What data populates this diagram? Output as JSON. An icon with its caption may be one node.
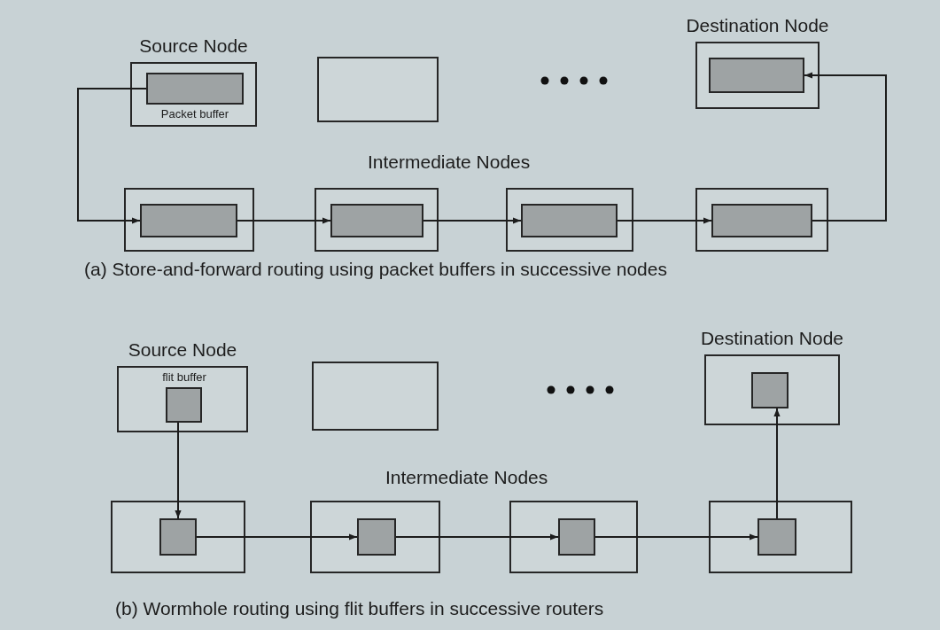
{
  "diagram": {
    "nodes": [
      {
        "text": [
          "Source Node"
        ]
      },
      {
        "text": [],
        "shape": "box",
        "in": 0,
        "beside": [
          "Packet buffer"
        ]
      },
      {
        "text": [],
        "shape": "box"
      },
      {
        "text": [
          "Destination Node"
        ]
      },
      {
        "text": [],
        "shape": "box",
        "in": 3
      },
      {
        "text": [],
        "shape": "box"
      },
      {
        "text": [],
        "shape": "box",
        "in": 5
      },
      {
        "text": [],
        "shape": "box"
      },
      {
        "text": [],
        "shape": "box",
        "in": 7
      },
      {
        "text": [],
        "shape": "box"
      },
      {
        "text": [],
        "shape": "box",
        "in": 9
      },
      {
        "text": [],
        "shape": "box"
      },
      {
        "text": [],
        "shape": "box",
        "in": 11
      },
      {
        "text": [
          "Source Node"
        ]
      },
      {
        "text": [],
        "shape": "box",
        "in": 13,
        "beside": [
          "flit buffer"
        ]
      },
      {
        "text": [],
        "shape": "box"
      },
      {
        "text": [
          "Destination Node"
        ]
      },
      {
        "text": [],
        "shape": "box",
        "in": 16
      },
      {
        "text": [],
        "shape": "box"
      },
      {
        "text": [],
        "shape": "box",
        "in": 18
      },
      {
        "text": [],
        "shape": "box"
      },
      {
        "text": [],
        "shape": "box",
        "in": 20
      },
      {
        "text": [],
        "shape": "box"
      },
      {
        "text": [],
        "shape": "box",
        "in": 22
      },
      {
        "text": [],
        "shape": "box"
      },
      {
        "text": [],
        "shape": "box",
        "in": 24
      }
    ],
    "edges": [
      {
        "from": 1,
        "to": 6,
        "arrow": "to"
      },
      {
        "from": 6,
        "to": 8,
        "arrow": "to"
      },
      {
        "from": 8,
        "to": 10,
        "arrow": "to"
      },
      {
        "from": 10,
        "to": 12,
        "arrow": "to"
      },
      {
        "from": 12,
        "to": 4,
        "arrow": "to"
      },
      {
        "from": 14,
        "to": 19,
        "arrow": "to"
      },
      {
        "from": 19,
        "to": 21,
        "arrow": "to"
      },
      {
        "from": 21,
        "to": 23,
        "arrow": "to"
      },
      {
        "from": 23,
        "to": 25,
        "arrow": "to"
      },
      {
        "from": 25,
        "to": 17,
        "arrow": "to"
      }
    ],
    "labels": [
      "Intermediate Nodes",
      "(a) Store-and-forward routing using packet buffers in successive nodes",
      "Intermediate Nodes",
      "(b) Wormhole routing using flit buffers in successive routers"
    ]
  }
}
